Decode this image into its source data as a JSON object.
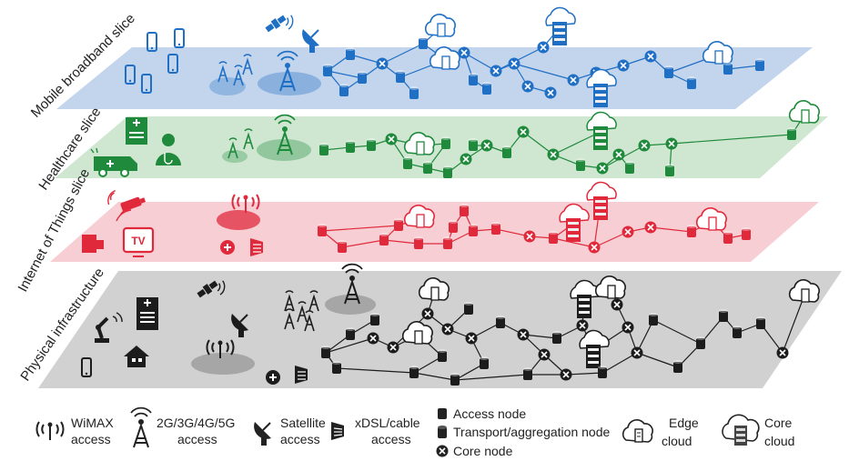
{
  "colors": {
    "mobile": "#1f6fc4",
    "mobile_plane": "#b9cdea",
    "health": "#1f8a3c",
    "health_plane": "#c7e3c9",
    "iot": "#e02a3c",
    "iot_plane": "#f6c6cb",
    "phys": "#1c1c1c",
    "phys_plane": "#c9c9c9"
  },
  "slices": [
    {
      "id": "mobile",
      "label": "Mobile broadband slice",
      "icons": [
        "smartphone-icon",
        "satellite-icon",
        "radio-tower-icon",
        "satellite-dish-icon"
      ]
    },
    {
      "id": "health",
      "label": "Healthcare slice",
      "icons": [
        "hospital-icon",
        "doctor-icon",
        "ambulance-icon",
        "radio-tower-icon"
      ]
    },
    {
      "id": "iot",
      "label": "Internet of Things slice",
      "icons": [
        "camera-icon",
        "tv-icon",
        "wifi-icon",
        "wimax-icon",
        "xdsl-icon"
      ]
    },
    {
      "id": "phys",
      "label": "Physical infrastructure",
      "icons": [
        "robot-arm-icon",
        "building-icon",
        "house-icon",
        "phone-icon",
        "satellite-icon",
        "radio-tower-icon",
        "wimax-icon",
        "xdsl-icon"
      ]
    }
  ],
  "tv_text": "TV",
  "legend": {
    "wimax": [
      "WiMAX",
      "access"
    ],
    "cellular": [
      "2G/3G/4G/5G",
      "access"
    ],
    "satellite": [
      "Satellite",
      "access"
    ],
    "xdsl": [
      "xDSL/cable",
      "access"
    ],
    "nodes": [
      "Access node",
      "Transport/aggregation node",
      "Core node"
    ],
    "edge": [
      "Edge",
      "cloud"
    ],
    "core": [
      "Core",
      "cloud"
    ]
  }
}
